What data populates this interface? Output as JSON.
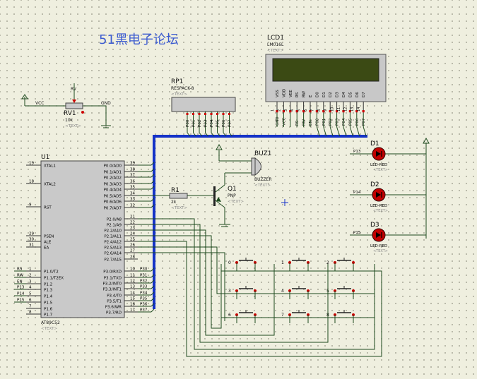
{
  "title": "51黑电子论坛",
  "lcd": {
    "ref": "LCD1",
    "model": "LM016L",
    "text": "<TEXT>",
    "pins": [
      "VSS",
      "VDD",
      "VEE",
      "RS",
      "RW",
      "E",
      "D0",
      "D1",
      "D2",
      "D3",
      "D4",
      "D5",
      "D6",
      "D7"
    ],
    "pin_numbers": [
      "1",
      "2",
      "3",
      "4",
      "5",
      "6",
      "7",
      "8",
      "9",
      "10",
      "11",
      "12",
      "13",
      "14"
    ],
    "nets": [
      "GND",
      "VCC",
      "",
      "RS",
      "RW",
      "EN",
      "P00",
      "P01",
      "P02",
      "P03",
      "P04",
      "P05",
      "P06",
      "P07"
    ]
  },
  "rp1": {
    "ref": "RP1",
    "model": "RESPACK-8",
    "text": "<TEXT>",
    "nets": [
      "P00",
      "P01",
      "P02",
      "P03",
      "P04",
      "P05",
      "P06",
      "P07"
    ]
  },
  "rv1": {
    "ref": "RV1",
    "value": "10k",
    "text": "<TEXT>",
    "vcc": "VCC",
    "gnd": "GND",
    "pin": "RV"
  },
  "u1": {
    "ref": "U1",
    "model": "AT89C52",
    "text": "<TEXT>",
    "left_pins": [
      {
        "num": "19",
        "name": "XTAL1"
      },
      {
        "num": "18",
        "name": "XTAL2"
      },
      {
        "num": "9",
        "name": "RST"
      },
      {
        "num": "29",
        "name": "PSEN"
      },
      {
        "num": "30",
        "name": "ALE"
      },
      {
        "num": "31",
        "name": "EA"
      },
      {
        "num": "1",
        "name": "P1.0/T2"
      },
      {
        "num": "2",
        "name": "P1.1/T2EX"
      },
      {
        "num": "3",
        "name": "P1.2"
      },
      {
        "num": "4",
        "name": "P1.3"
      },
      {
        "num": "5",
        "name": "P1.4"
      },
      {
        "num": "6",
        "name": "P1.5"
      },
      {
        "num": "7",
        "name": "P1.6"
      },
      {
        "num": "8",
        "name": "P1.7"
      }
    ],
    "left_nets": [
      "RS",
      "RW",
      "EN",
      "P13",
      "P14",
      "P15"
    ],
    "right_pins": [
      {
        "num": "39",
        "name": "P0.0/AD0"
      },
      {
        "num": "38",
        "name": "P0.1/AD1"
      },
      {
        "num": "37",
        "name": "P0.2/AD2"
      },
      {
        "num": "36",
        "name": "P0.3/AD3"
      },
      {
        "num": "35",
        "name": "P0.4/AD4"
      },
      {
        "num": "34",
        "name": "P0.5/AD5"
      },
      {
        "num": "33",
        "name": "P0.6/AD6"
      },
      {
        "num": "32",
        "name": "P0.7/AD7"
      },
      {
        "num": "21",
        "name": "P2.0/A8"
      },
      {
        "num": "22",
        "name": "P2.1/A9"
      },
      {
        "num": "23",
        "name": "P2.2/A10"
      },
      {
        "num": "24",
        "name": "P2.3/A11"
      },
      {
        "num": "25",
        "name": "P2.4/A12"
      },
      {
        "num": "26",
        "name": "P2.5/A13"
      },
      {
        "num": "27",
        "name": "P2.6/A14"
      },
      {
        "num": "28",
        "name": "P2.7/A15"
      },
      {
        "num": "10",
        "name": "P3.0/RXD"
      },
      {
        "num": "11",
        "name": "P3.1/TXD"
      },
      {
        "num": "12",
        "name": "P3.2/INT0"
      },
      {
        "num": "13",
        "name": "P3.3/INT1"
      },
      {
        "num": "14",
        "name": "P3.4/T0"
      },
      {
        "num": "15",
        "name": "P3.5/T1"
      },
      {
        "num": "16",
        "name": "P3.6/WR"
      },
      {
        "num": "17",
        "name": "P3.7/RD"
      }
    ],
    "p3_nets": [
      "P30",
      "P31",
      "P32",
      "P33",
      "P34",
      "P35",
      "P36",
      "P37"
    ]
  },
  "r1": {
    "ref": "R1",
    "value": "2k",
    "text": "<TEXT>"
  },
  "q1": {
    "ref": "Q1",
    "model": "PNP",
    "text": "<TEXT>"
  },
  "buz1": {
    "ref": "BUZ1",
    "model": "BUZZER",
    "text": "<TEXT>"
  },
  "leds": [
    {
      "ref": "D1",
      "model": "LED-RED",
      "text": "<TEXT>",
      "net": "P13"
    },
    {
      "ref": "D2",
      "model": "LED-RED",
      "text": "<TEXT>",
      "net": "P14"
    },
    {
      "ref": "D3",
      "model": "LED-RED",
      "text": "<TEXT>",
      "net": "P15"
    }
  ],
  "keys": [
    "0",
    "1",
    "2",
    "3",
    "4",
    "5",
    "6",
    "7",
    "8"
  ],
  "colors": {
    "bus": "#1432c8",
    "wire": "#1e4a1e",
    "lcd_screen": "#3b4a14",
    "led": "#c00000",
    "title": "#3a5ad0"
  }
}
